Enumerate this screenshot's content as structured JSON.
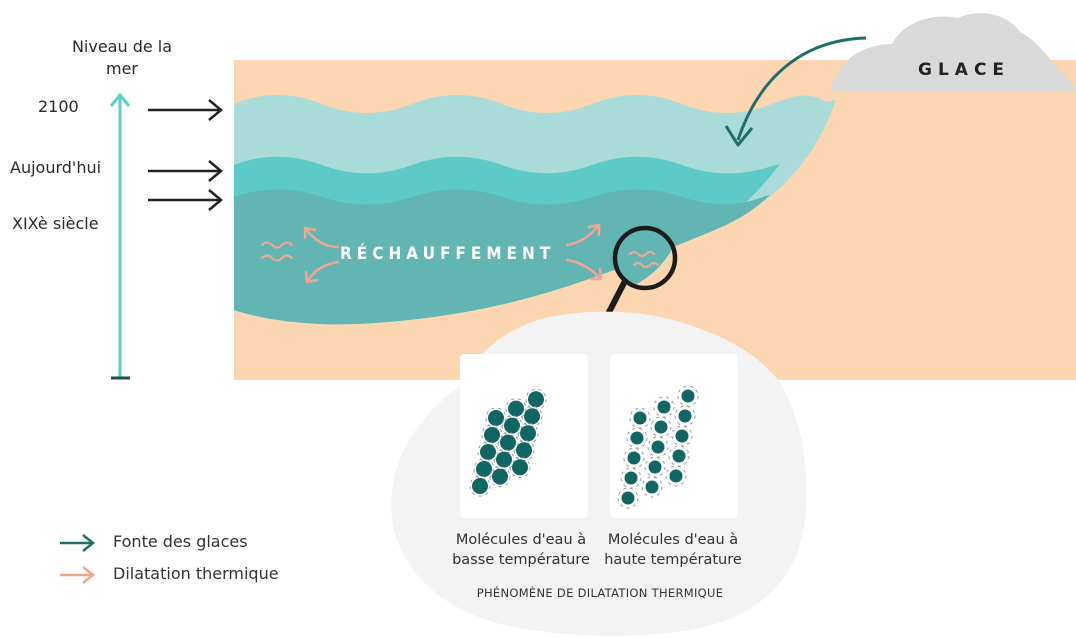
{
  "sea_level_axis": {
    "title": "Niveau de la mer",
    "markers": [
      "2100",
      "Aujourd'hui",
      "XIXè siècle"
    ]
  },
  "warming_label": "RÉCHAUFFEMENT",
  "ice_label": "GLACE",
  "zoom_panel": {
    "low_temp_caption": "Molécules d'eau à basse température",
    "high_temp_caption": "Molécules d'eau à haute température",
    "title": "PHÉNOMÈNE DE DILATATION THERMIQUE"
  },
  "legend": {
    "ice_melt": "Fonte des glaces",
    "thermal_expansion": "Dilatation thermique"
  },
  "colors": {
    "water_2100": "#a9dbd8",
    "water_today": "#5ccac6",
    "water_19th": "#61b6b3",
    "land": "#fcd6b0",
    "glacier": "#d9d9d9",
    "ice_melt_arrow": "#1f6e6a",
    "expansion_arrow": "#f0a590",
    "molecule": "#0f6662",
    "axis": "#5fcdc7"
  }
}
